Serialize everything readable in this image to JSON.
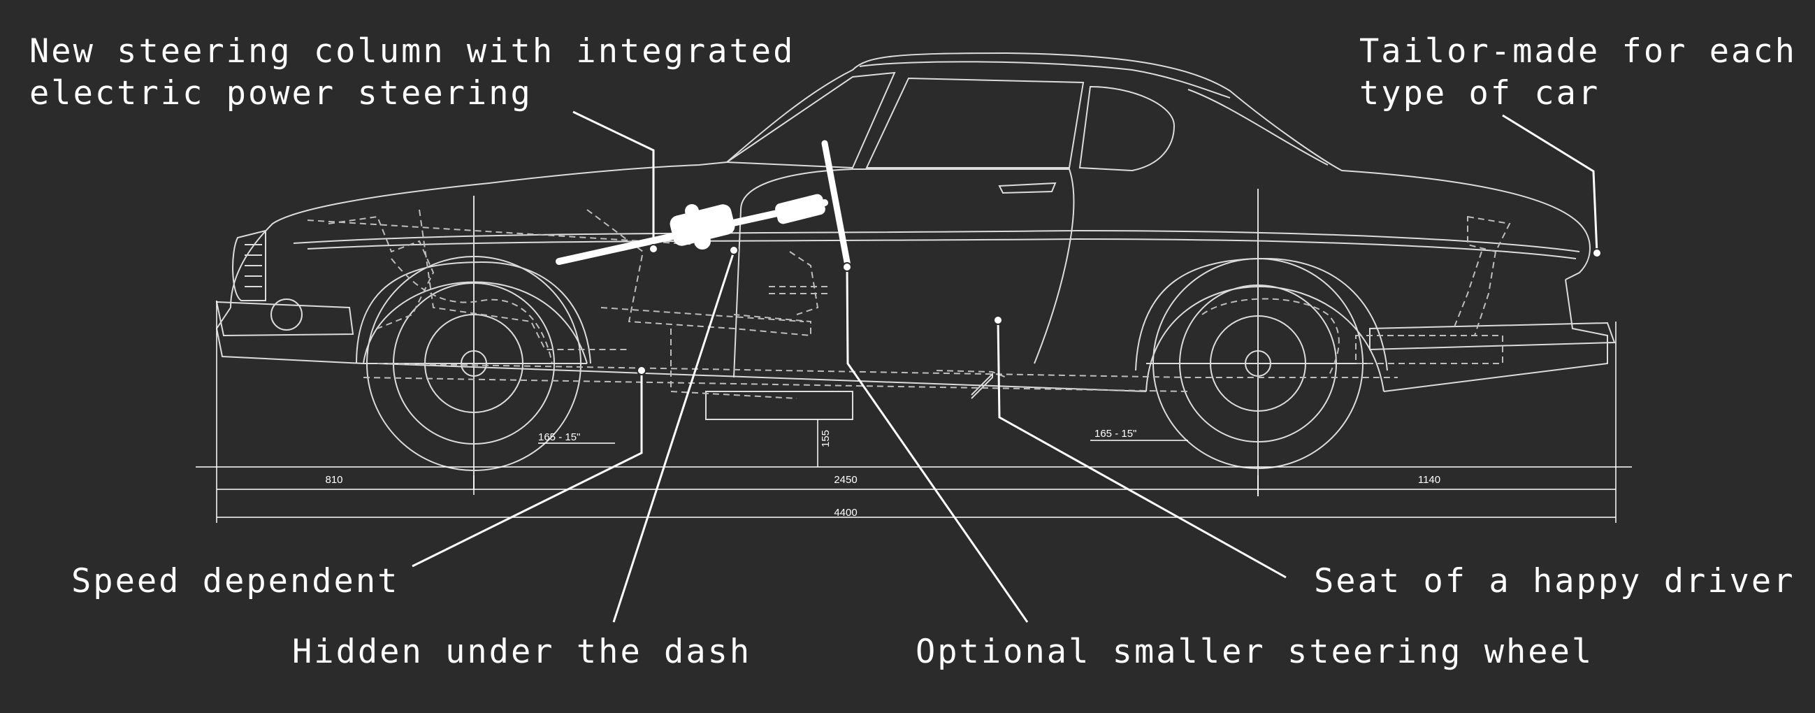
{
  "callouts": {
    "steering_column": {
      "line1": "New steering column with integrated",
      "line2": "electric power steering"
    },
    "tailor_made": {
      "line1": "Tailor-made for each",
      "line2": "type of car"
    },
    "speed_dependent": "Speed dependent",
    "seat": "Seat of a happy driver",
    "hidden": "Hidden under the dash",
    "optional_wheel": "Optional smaller steering wheel"
  },
  "dimensions": {
    "front_overhang": "810",
    "wheelbase": "2450",
    "rear_overhang": "1140",
    "overall_length": "4400",
    "ground_clearance": "155",
    "front_tyre": "165 - 15\"",
    "rear_tyre": "165 - 15\""
  },
  "colors": {
    "background": "#2b2b2b",
    "line": "#ffffff"
  }
}
